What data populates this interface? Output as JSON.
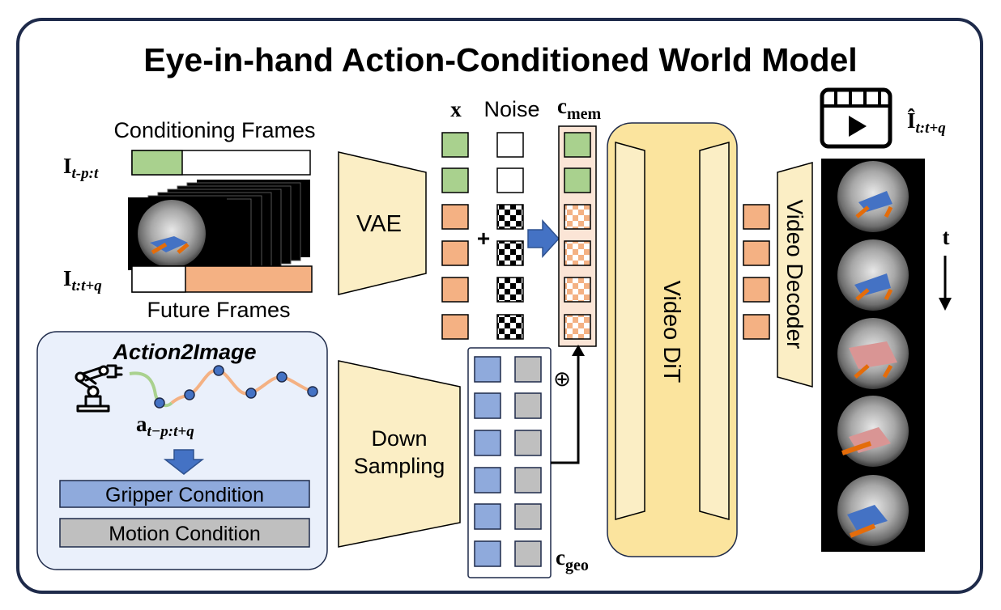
{
  "title": "Eye-in-hand Action-Conditioned World Model",
  "conditioning_label": "Conditioning Frames",
  "future_label": "Future Frames",
  "vae_label": "VAE",
  "x_label": "x",
  "noise_label": "Noise",
  "plus_sign": "+",
  "oplus_sign": "⊕",
  "dit_label": "Video DiT",
  "decoder_label": "Video Decoder",
  "time_label": "t",
  "downsampling_label": [
    "Down",
    "Sampling"
  ],
  "action2image_title": "Action2Image",
  "gripper_label": "Gripper Condition",
  "motion_label": "Motion Condition",
  "math": {
    "I_past": {
      "base": "I",
      "sub": "t-p:t"
    },
    "I_future": {
      "base": "I",
      "sub": "t:t+q"
    },
    "c_mem": {
      "base": "c",
      "sub": "mem"
    },
    "c_geo": {
      "base": "c",
      "sub": "geo"
    },
    "a_traj": {
      "base": "a",
      "sub": "t−p:t+q"
    },
    "I_hat": {
      "base": "Î",
      "sub": "t:t+q"
    }
  },
  "colors": {
    "border": "#1e2a4a",
    "green": "#a9d18e",
    "orange": "#f4b183",
    "blue": "#8faadc",
    "gray": "#bfbfbf",
    "cream": "#fbeec5",
    "dit_fill": "#fbe49e",
    "panel_bg": "#eaf0fb",
    "cmem_bg": "#fbe5d6",
    "arrow_blue": "#4472c4",
    "traj_green": "#a9d18e",
    "traj_orange": "#f4b183",
    "node_blue": "#4472c4"
  },
  "icons": [
    "robot-arm-icon",
    "video-clip-icon",
    "down-arrow-icon",
    "right-arrow-icon"
  ]
}
